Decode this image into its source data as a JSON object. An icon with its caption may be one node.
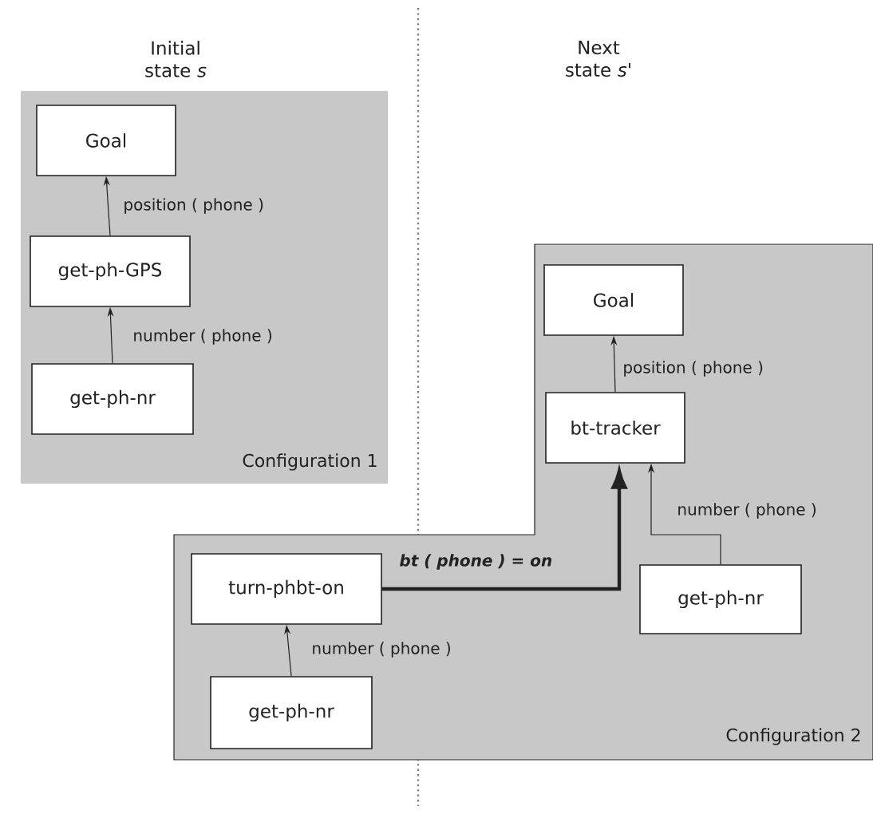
{
  "diagram": {
    "nodes": [
      {
        "text": [
          "Configuration 1"
        ]
      },
      {
        "text": [
          "Goal"
        ],
        "in": 0
      },
      {
        "text": [
          "get-ph-GPS"
        ],
        "in": 0
      },
      {
        "text": [
          "get-ph-nr"
        ],
        "in": 0
      },
      {
        "text": [
          "Configuration 2"
        ]
      },
      {
        "text": [
          "Goal"
        ],
        "in": 4
      },
      {
        "text": [
          "bt-tracker"
        ],
        "in": 4
      },
      {
        "text": [
          "turn-phbt-on"
        ],
        "in": 4
      },
      {
        "text": [
          "get-ph-nr"
        ],
        "in": 4
      },
      {
        "text": [
          "get-ph-nr"
        ],
        "in": 4
      }
    ],
    "edges": [
      {
        "from": 2,
        "to": 1,
        "arrow": "to",
        "label": "position ( phone )"
      },
      {
        "from": 3,
        "to": 2,
        "arrow": "to",
        "label": "number ( phone )"
      },
      {
        "from": 6,
        "to": 5,
        "arrow": "to",
        "label": "position ( phone )"
      },
      {
        "from": 9,
        "to": 6,
        "arrow": "to",
        "label": "number ( phone )"
      },
      {
        "from": 7,
        "to": 6,
        "arrow": "to",
        "label": "bt ( phone ) = on",
        "style": "thick"
      },
      {
        "from": 8,
        "to": 7,
        "arrow": "to",
        "label": "number ( phone )"
      }
    ],
    "labels": [
      "Initial state *s*",
      "Next state *s'*"
    ]
  }
}
